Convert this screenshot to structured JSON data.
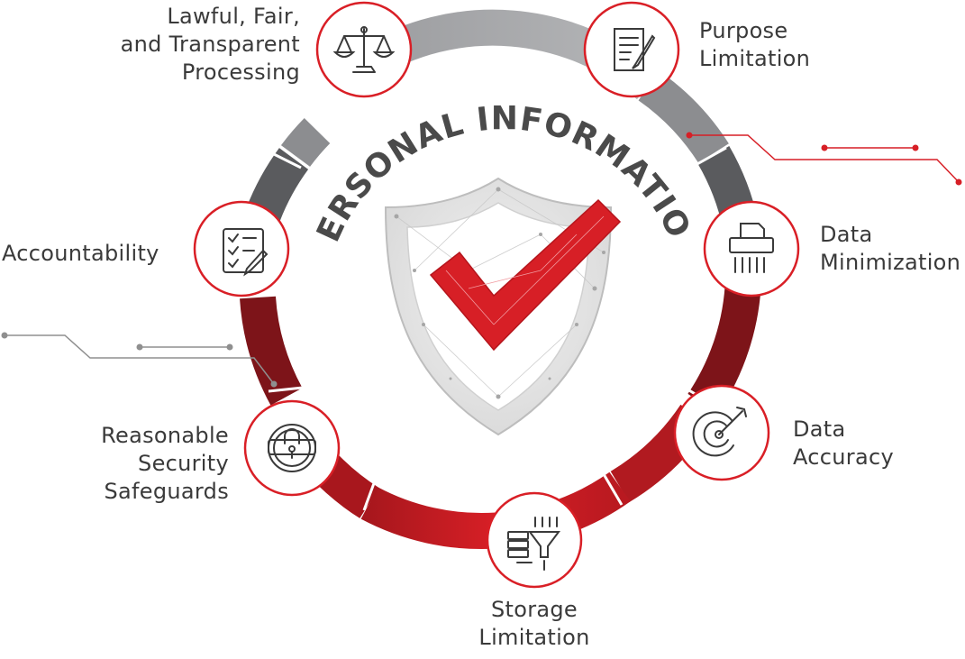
{
  "center_title": "PERSONAL INFORMATION",
  "principles": [
    {
      "id": "lawful",
      "lines": [
        "Lawful, Fair,",
        "and Transparent",
        "Processing"
      ],
      "icon": "scales-icon"
    },
    {
      "id": "purpose",
      "lines": [
        "Purpose",
        "Limitation"
      ],
      "icon": "document-pen-icon"
    },
    {
      "id": "minimization",
      "lines": [
        "Data",
        "Minimization"
      ],
      "icon": "shredder-icon"
    },
    {
      "id": "accuracy",
      "lines": [
        "Data",
        "Accuracy"
      ],
      "icon": "target-arrow-icon"
    },
    {
      "id": "storage",
      "lines": [
        "Storage",
        "Limitation"
      ],
      "icon": "storage-funnel-icon"
    },
    {
      "id": "security",
      "lines": [
        "Reasonable",
        "Security",
        "Safeguards"
      ],
      "icon": "padlock-icon"
    },
    {
      "id": "accountability",
      "lines": [
        "Accountability"
      ],
      "icon": "checklist-icon"
    }
  ],
  "colors": {
    "ring_gray_light": "#a9aaad",
    "ring_gray_mid": "#8c8d90",
    "ring_gray_dark": "#5a5b5e",
    "ring_red_dark": "#7d1419",
    "ring_red_mid": "#a8171d",
    "ring_red": "#d71f26",
    "icon_border": "#d91f26",
    "title": "#4a4a4a",
    "label": "#3a3a3a"
  }
}
